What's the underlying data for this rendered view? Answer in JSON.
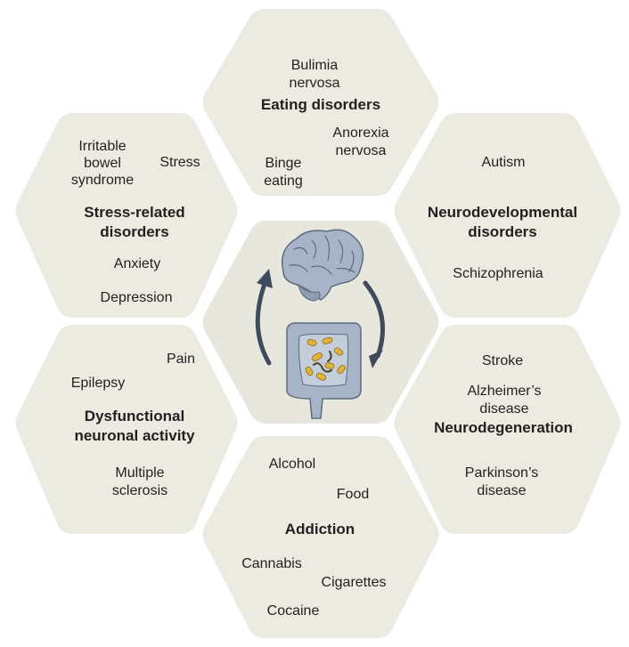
{
  "center": {
    "illustration": "brain-gut-axis",
    "cycle_arrow_color": "#3f4a5c"
  },
  "colors": {
    "hexagon_fill": "#ecebe1",
    "organ_fill": "#a7b4c8",
    "bacteria_fill": "#e2b53a"
  },
  "clusters": {
    "eating": {
      "title": "Eating disorders",
      "items": [
        "Bulimia\nnervosa",
        "Anorexia\nnervosa",
        "Binge\neating"
      ]
    },
    "neurodevelopmental": {
      "title": "Neurodevelopmental\ndisorders",
      "items": [
        "Autism",
        "Schizophrenia"
      ]
    },
    "neurodegeneration": {
      "title": "Neurodegeneration",
      "items": [
        "Stroke",
        "Alzheimer’s disease",
        "Parkinson’s\ndisease"
      ]
    },
    "addiction": {
      "title": "Addiction",
      "items": [
        "Alcohol",
        "Food",
        "Cannabis",
        "Cigarettes",
        "Cocaine"
      ]
    },
    "neuronal": {
      "title": "Dysfunctional\nneuronal activity",
      "items": [
        "Pain",
        "Epilepsy",
        "Multiple\nsclerosis"
      ]
    },
    "stress": {
      "title": "Stress-related\ndisorders",
      "items": [
        "Irritable\nbowel\nsyndrome",
        "Stress",
        "Anxiety",
        "Depression"
      ]
    }
  }
}
